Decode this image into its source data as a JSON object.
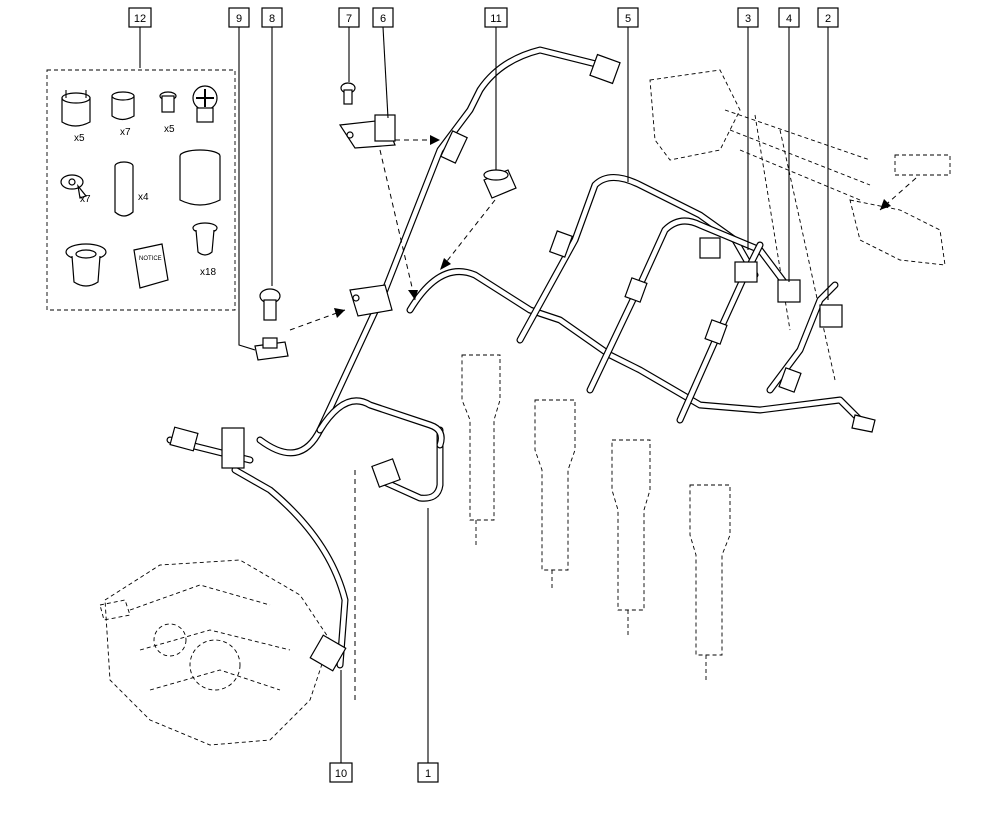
{
  "callouts": [
    {
      "id": "c12",
      "label": "12"
    },
    {
      "id": "c9",
      "label": "9"
    },
    {
      "id": "c8",
      "label": "8"
    },
    {
      "id": "c7",
      "label": "7"
    },
    {
      "id": "c6",
      "label": "6"
    },
    {
      "id": "c11",
      "label": "11"
    },
    {
      "id": "c5",
      "label": "5"
    },
    {
      "id": "c3",
      "label": "3"
    },
    {
      "id": "c4",
      "label": "4"
    },
    {
      "id": "c2",
      "label": "2"
    },
    {
      "id": "c10",
      "label": "10"
    },
    {
      "id": "c1",
      "label": "1"
    }
  ],
  "kit": {
    "quantities": {
      "cap_large": "x5",
      "cap_medium": "x7",
      "screw_small": "x5",
      "clip_flag": "x7",
      "sleeve_long": "x4",
      "grommet_small": "x18"
    },
    "notice_label": "NOTICE"
  }
}
